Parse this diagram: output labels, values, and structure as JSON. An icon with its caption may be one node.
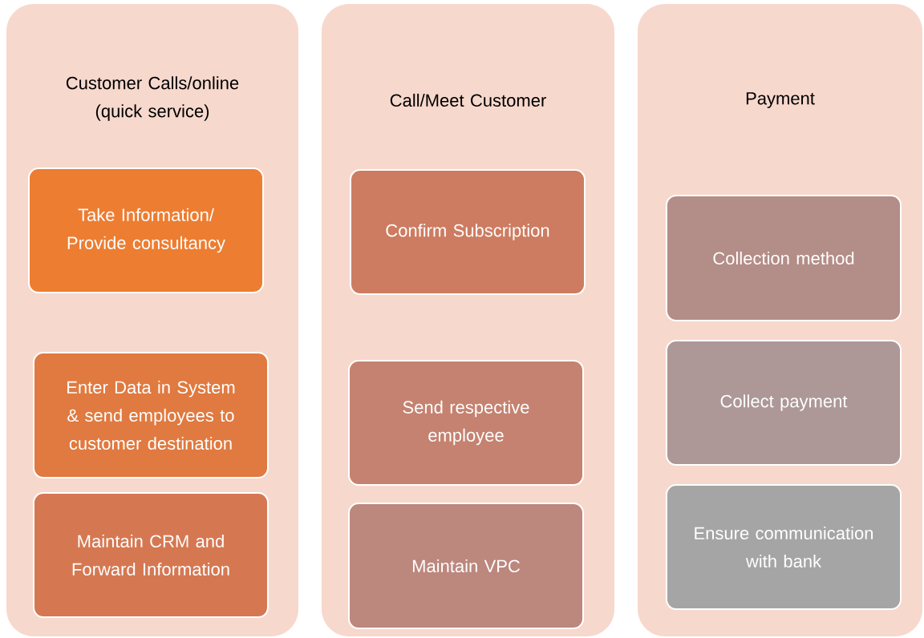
{
  "diagram": {
    "nodes": [
      {
        "text": [
          "Customer Calls/online (quick service)"
        ]
      },
      {
        "text": [
          "Take Information/ Provide consultancy"
        ],
        "in": 0
      },
      {
        "text": [
          "Enter Data in System & send employees to customer destination"
        ],
        "in": 0
      },
      {
        "text": [
          "Maintain CRM and Forward Information"
        ],
        "in": 0
      },
      {
        "text": [
          "Call/Meet Customer"
        ]
      },
      {
        "text": [
          "Confirm Subscription"
        ],
        "in": 4
      },
      {
        "text": [
          "Send respective employee"
        ],
        "in": 4
      },
      {
        "text": [
          "Maintain VPC"
        ],
        "in": 4
      },
      {
        "text": [
          "Payment"
        ]
      },
      {
        "text": [
          "Collection method"
        ],
        "in": 8
      },
      {
        "text": [
          "Collect payment"
        ],
        "in": 8
      },
      {
        "text": [
          "Ensure communication with bank"
        ],
        "in": 8
      }
    ]
  }
}
